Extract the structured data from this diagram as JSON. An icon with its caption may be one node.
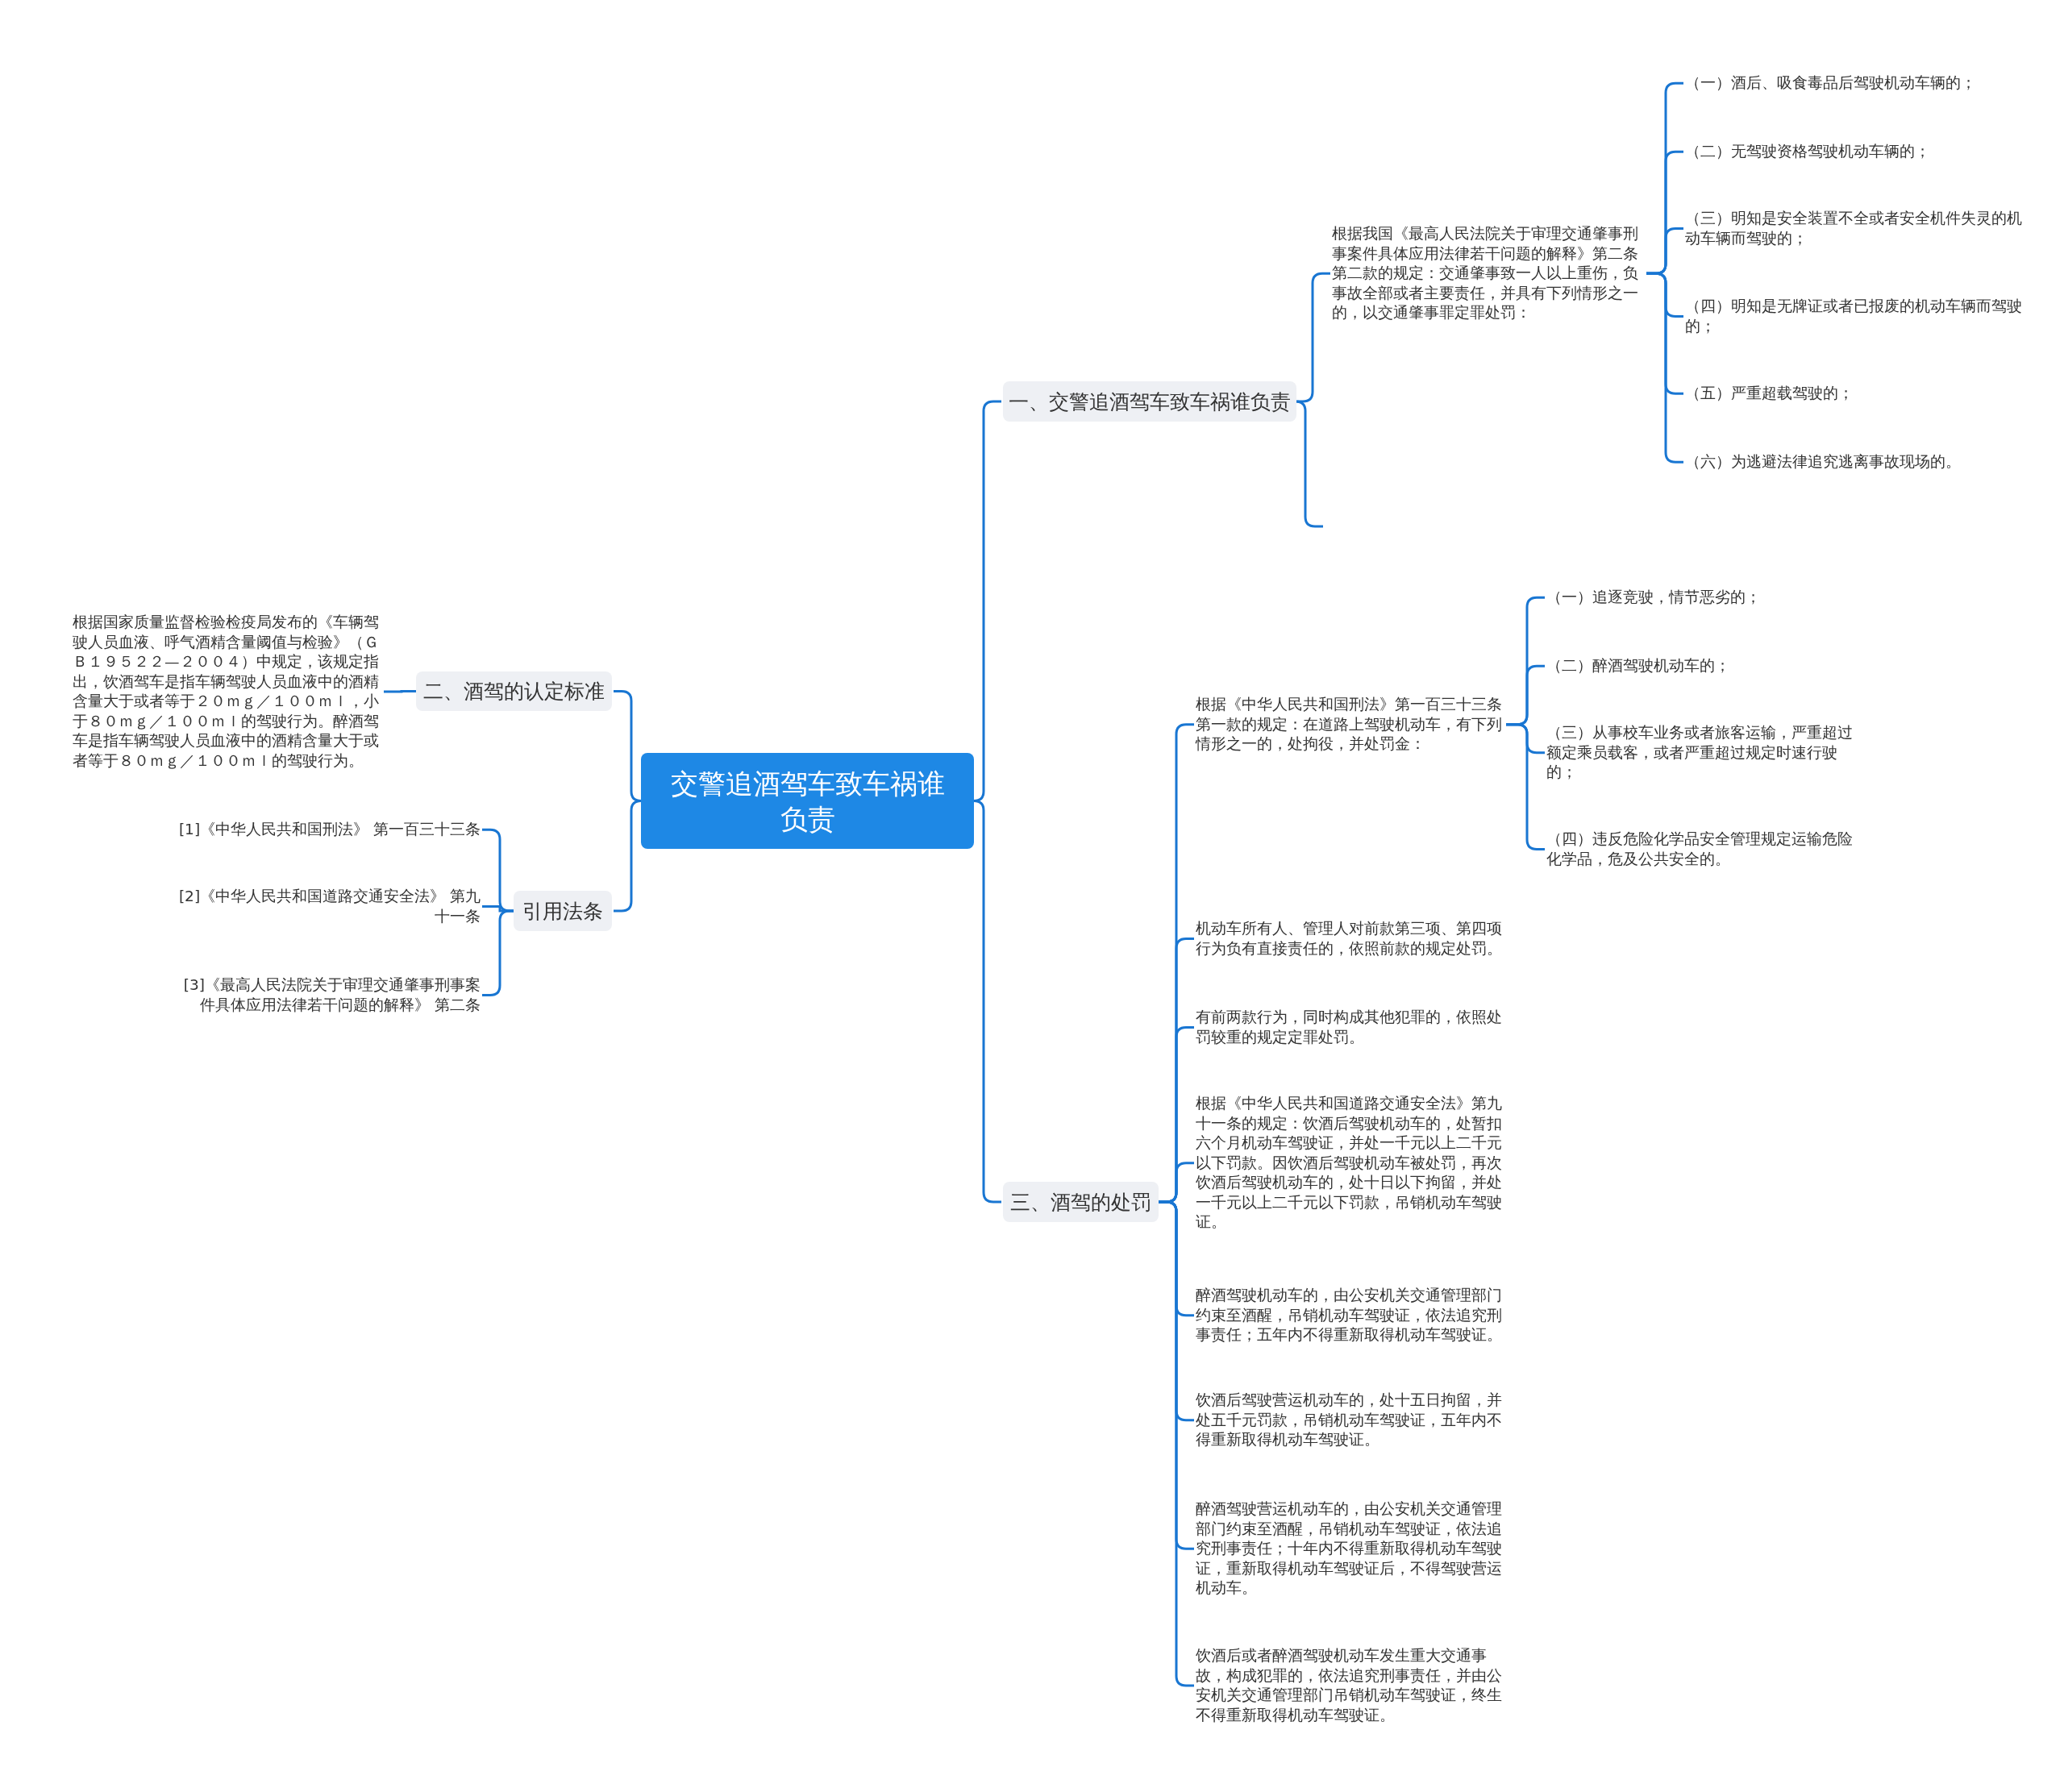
{
  "diagram": {
    "nodes": [
      {
        "text": [
          "交警追酒驾车致车祸谁负责"
        ]
      },
      {
        "text": [
          "一、交警追酒驾车致车祸谁负责"
        ]
      },
      {
        "text": [
          "根据我国《最高人民法院关于审理交通肇事刑事案件具体应用法律若干问题的解释》第二条第二款的规定：交通肇事致一人以上重伤，负事故全部或者主要责任，并具有下列情形之一的，以交通肇事罪定罪处罚："
        ]
      },
      {
        "text": [
          "（一）酒后、吸食毒品后驾驶机动车辆的；"
        ]
      },
      {
        "text": [
          "（二）无驾驶资格驾驶机动车辆的；"
        ]
      },
      {
        "text": [
          "（三）明知是安全装置不全或者安全机件失灵的机动车辆而驾驶的；"
        ]
      },
      {
        "text": [
          "（四）明知是无牌证或者已报废的机动车辆而驾驶的；"
        ]
      },
      {
        "text": [
          "（五）严重超载驾驶的；"
        ]
      },
      {
        "text": [
          "（六）为逃避法律追究逃离事故现场的。"
        ]
      },
      {
        "text": [
          "二、酒驾的认定标准"
        ]
      },
      {
        "text": [
          "根据国家质量监督检验检疫局发布的《车辆驾驶人员血液、呼气酒精含量阈值与检验》（ＧＢ１９５２２—２００４）中规定，该规定指出，饮酒驾车是指车辆驾驶人员血液中的酒精含量大于或者等于２０ｍｇ／１００ｍｌ，小于８０ｍｇ／１００ｍｌ的驾驶行为。醉酒驾车是指车辆驾驶人员血液中的酒精含量大于或者等于８０ｍｇ／１００ｍｌ的驾驶行为。"
        ]
      },
      {
        "text": [
          "引用法条"
        ]
      },
      {
        "text": [
          "[1]《中华人民共和国刑法》 第一百三十三条"
        ]
      },
      {
        "text": [
          "[2]《中华人民共和国道路交通安全法》 第九十一条"
        ]
      },
      {
        "text": [
          "[3]《最高人民法院关于审理交通肇事刑事案件具体应用法律若干问题的解释》 第二条"
        ]
      },
      {
        "text": [
          "三、酒驾的处罚"
        ]
      },
      {
        "text": [
          "根据《中华人民共和国刑法》第一百三十三条第一款的规定：在道路上驾驶机动车，有下列情形之一的，处拘役，并处罚金："
        ]
      },
      {
        "text": [
          "（一）追逐竞驶，情节恶劣的；"
        ]
      },
      {
        "text": [
          "（二）醉酒驾驶机动车的；"
        ]
      },
      {
        "text": [
          "（三）从事校车业务或者旅客运输，严重超过额定乘员载客，或者严重超过规定时速行驶的；"
        ]
      },
      {
        "text": [
          "（四）违反危险化学品安全管理规定运输危险化学品，危及公共安全的。"
        ]
      },
      {
        "text": [
          "机动车所有人、管理人对前款第三项、第四项行为负有直接责任的，依照前款的规定处罚。"
        ]
      },
      {
        "text": [
          "有前两款行为，同时构成其他犯罪的，依照处罚较重的规定定罪处罚。"
        ]
      },
      {
        "text": [
          "根据《中华人民共和国道路交通安全法》第九十一条的规定：饮酒后驾驶机动车的，处暂扣六个月机动车驾驶证，并处一千元以上二千元以下罚款。因饮酒后驾驶机动车被处罚，再次饮酒后驾驶机动车的，处十日以下拘留，并处一千元以上二千元以下罚款，吊销机动车驾驶证。"
        ]
      },
      {
        "text": [
          "醉酒驾驶机动车的，由公安机关交通管理部门约束至酒醒，吊销机动车驾驶证，依法追究刑事责任；五年内不得重新取得机动车驾驶证。"
        ]
      },
      {
        "text": [
          "饮酒后驾驶营运机动车的，处十五日拘留，并处五千元罚款，吊销机动车驾驶证，五年内不得重新取得机动车驾驶证。"
        ]
      },
      {
        "text": [
          "醉酒驾驶营运机动车的，由公安机关交通管理部门约束至酒醒，吊销机动车驾驶证，依法追究刑事责任；十年内不得重新取得机动车驾驶证，重新取得机动车驾驶证后，不得驾驶营运机动车。"
        ]
      },
      {
        "text": [
          "饮酒后或者醉酒驾驶机动车发生重大交通事故，构成犯罪的，依法追究刑事责任，并由公安机关交通管理部门吊销机动车驾驶证，终生不得重新取得机动车驾驶证。"
        ]
      }
    ],
    "edges": [
      {
        "from": 0,
        "to": 1,
        "arrow": "none"
      },
      {
        "from": 1,
        "to": 2,
        "arrow": "none"
      },
      {
        "from": 1,
        "to": null,
        "arrow": "none"
      },
      {
        "from": 2,
        "to": 3,
        "arrow": "none"
      },
      {
        "from": 2,
        "to": 4,
        "arrow": "none"
      },
      {
        "from": 2,
        "to": 5,
        "arrow": "none"
      },
      {
        "from": 2,
        "to": 6,
        "arrow": "none"
      },
      {
        "from": 2,
        "to": 7,
        "arrow": "none"
      },
      {
        "from": 2,
        "to": 8,
        "arrow": "none"
      },
      {
        "from": 0,
        "to": 9,
        "arrow": "none"
      },
      {
        "from": 9,
        "to": 10,
        "arrow": "none"
      },
      {
        "from": 0,
        "to": 11,
        "arrow": "none"
      },
      {
        "from": 11,
        "to": 12,
        "arrow": "none"
      },
      {
        "from": 11,
        "to": 13,
        "arrow": "none"
      },
      {
        "from": 11,
        "to": 14,
        "arrow": "none"
      },
      {
        "from": 0,
        "to": 15,
        "arrow": "none"
      },
      {
        "from": 15,
        "to": 16,
        "arrow": "none"
      },
      {
        "from": 16,
        "to": 17,
        "arrow": "none"
      },
      {
        "from": 16,
        "to": 18,
        "arrow": "none"
      },
      {
        "from": 16,
        "to": 19,
        "arrow": "none"
      },
      {
        "from": 16,
        "to": 20,
        "arrow": "none"
      },
      {
        "from": 15,
        "to": 21,
        "arrow": "none"
      },
      {
        "from": 15,
        "to": 22,
        "arrow": "none"
      },
      {
        "from": 15,
        "to": 23,
        "arrow": "none"
      },
      {
        "from": 15,
        "to": 24,
        "arrow": "none"
      },
      {
        "from": 15,
        "to": 25,
        "arrow": "none"
      },
      {
        "from": 15,
        "to": 26,
        "arrow": "none"
      },
      {
        "from": 15,
        "to": 27,
        "arrow": "none"
      }
    ]
  }
}
